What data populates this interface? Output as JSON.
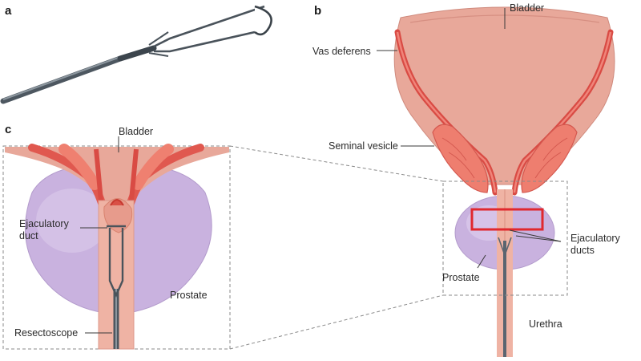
{
  "panels": {
    "a": {
      "letter": "a"
    },
    "b": {
      "letter": "b",
      "labels": {
        "bladder": "Bladder",
        "vas_deferens": "Vas deferens",
        "seminal_vesicle": "Seminal vesicle",
        "prostate": "Prostate",
        "ejaculatory_ducts_line1": "Ejaculatory",
        "ejaculatory_ducts_line2": "ducts",
        "urethra": "Urethra"
      }
    },
    "c": {
      "letter": "c",
      "labels": {
        "bladder": "Bladder",
        "ejaculatory_duct_line1": "Ejaculatory",
        "ejaculatory_duct_line2": "duct",
        "prostate": "Prostate",
        "resectoscope": "Resectoscope"
      }
    }
  },
  "colors": {
    "bladder": "#e8a89a",
    "bladder_dark": "#d98a7c",
    "vas": "#e0584f",
    "vas_light": "#f29a8c",
    "seminal": "#ef8070",
    "prostate": "#c9b2df",
    "prostate_light": "#dccbeb",
    "urethra": "#efb3a4",
    "instrument": "#5a6570",
    "highlight": "#e0282e"
  }
}
